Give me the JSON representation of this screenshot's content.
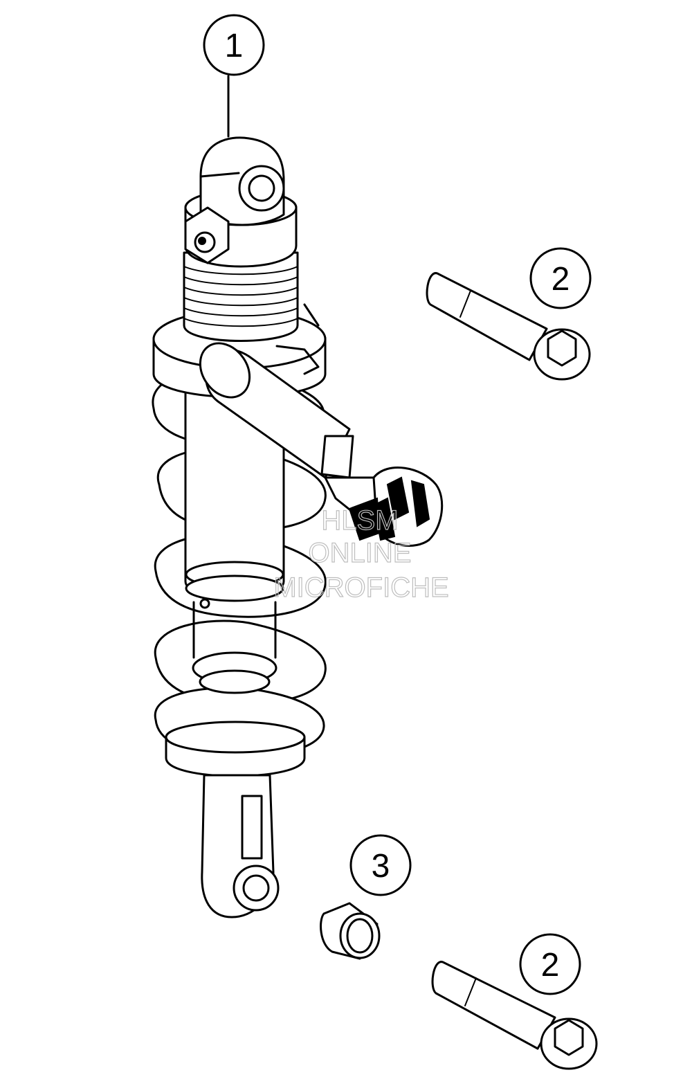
{
  "callouts": [
    {
      "id": "callout-1",
      "label": "1",
      "part": "shock-absorber"
    },
    {
      "id": "callout-2-top",
      "label": "2",
      "part": "bolt"
    },
    {
      "id": "callout-3",
      "label": "3",
      "part": "bushing"
    },
    {
      "id": "callout-2-bottom",
      "label": "2",
      "part": "bolt"
    }
  ],
  "watermark": {
    "line1": "HLSM",
    "line2": "ONLINE",
    "line3": "MICROFICHE"
  },
  "colors": {
    "line": "#000000",
    "background": "#ffffff",
    "watermark": "#bdbdbd"
  }
}
